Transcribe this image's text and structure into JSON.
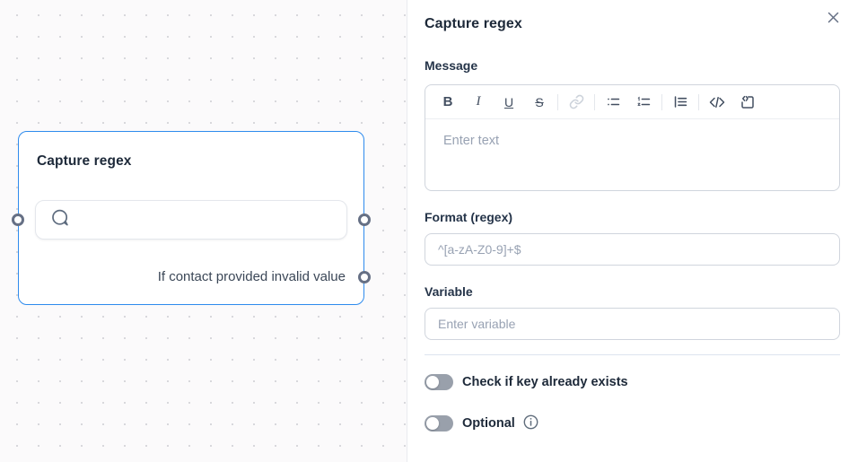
{
  "colors": {
    "accent_blue": "#2e8bed",
    "dark_text": "#1d2939",
    "placeholder_gray": "#98a2b3",
    "port_ring": "#667085",
    "toggle_off_track": "#99a0ab",
    "input_border": "#d0d5dd"
  },
  "canvas": {
    "node": {
      "title": "Capture regex",
      "message_preview": "",
      "branch_label": "If contact provided invalid value",
      "ports": [
        "input-left",
        "output-right",
        "invalid-value-output"
      ]
    }
  },
  "panel": {
    "title": "Capture regex",
    "close_icon": "close-x",
    "message": {
      "label": "Message",
      "placeholder": "Enter text",
      "toolbar": [
        {
          "name": "bold",
          "glyph": "B"
        },
        {
          "name": "italic",
          "glyph": "I"
        },
        {
          "name": "underline",
          "glyph": "U"
        },
        {
          "name": "strikethrough",
          "glyph": "S"
        },
        {
          "name": "link",
          "disabled": true
        },
        {
          "name": "bullet-list"
        },
        {
          "name": "ordered-list"
        },
        {
          "name": "list-style"
        },
        {
          "name": "code"
        },
        {
          "name": "code-block"
        }
      ]
    },
    "format": {
      "label": "Format (regex)",
      "placeholder": "^[a-zA-Z0-9]+$",
      "value": ""
    },
    "variable": {
      "label": "Variable",
      "placeholder": "Enter variable",
      "value": ""
    },
    "toggles": [
      {
        "label": "Check if key already exists",
        "state": "off"
      },
      {
        "label": "Optional",
        "state": "off",
        "has_info": true
      }
    ]
  }
}
